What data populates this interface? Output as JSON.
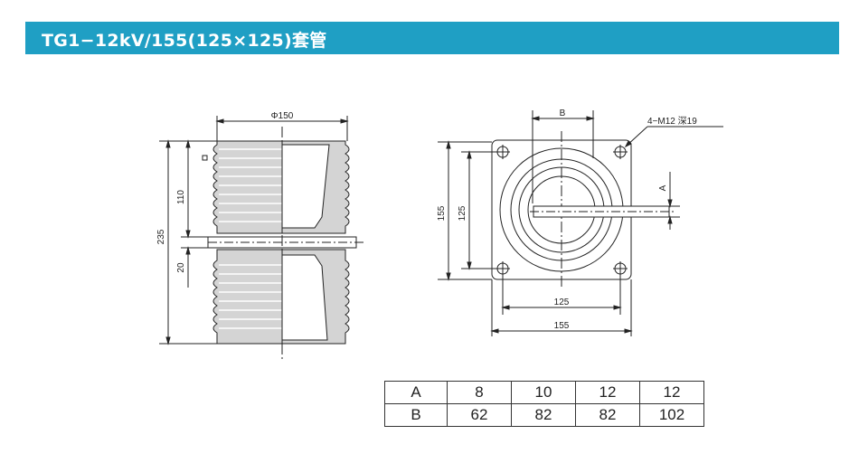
{
  "header": {
    "title": "TG1−12kV/155(125×125)套管",
    "color": "#1f9fc4"
  },
  "side_view": {
    "diameter_label": "Φ150",
    "height_label": "235",
    "upper_label": "110",
    "flange_label": "20"
  },
  "top_view": {
    "b_label": "B",
    "a_label": "A",
    "bolt_note": "4−M12  深19",
    "inner_height_label": "125",
    "outer_height_label": "155",
    "inner_width_label": "125",
    "outer_width_label": "155"
  },
  "table": {
    "rows": [
      {
        "label": "A",
        "values": [
          "8",
          "10",
          "12",
          "12"
        ]
      },
      {
        "label": "B",
        "values": [
          "62",
          "82",
          "82",
          "102"
        ]
      }
    ]
  }
}
